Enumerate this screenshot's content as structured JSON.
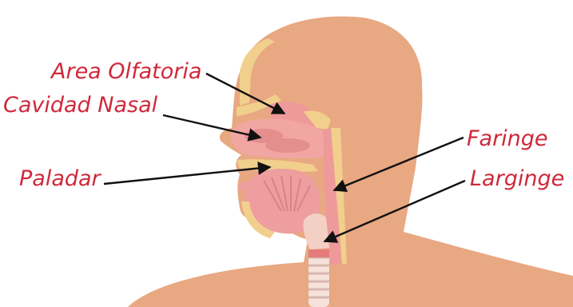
{
  "labels": {
    "area_olfatoria": "Area Olfatoria",
    "cavidad_nasal": "Cavidad Nasal",
    "paladar": "Paladar",
    "faringe": "Faringe",
    "larginge": "Larginge"
  },
  "colors": {
    "label_text": "#d0283a",
    "skin": "#e8a882",
    "bone": "#f1cf8c",
    "mucosa": "#ef9a9a",
    "tongue": "#ee9e9e",
    "pointer": "#111111"
  }
}
